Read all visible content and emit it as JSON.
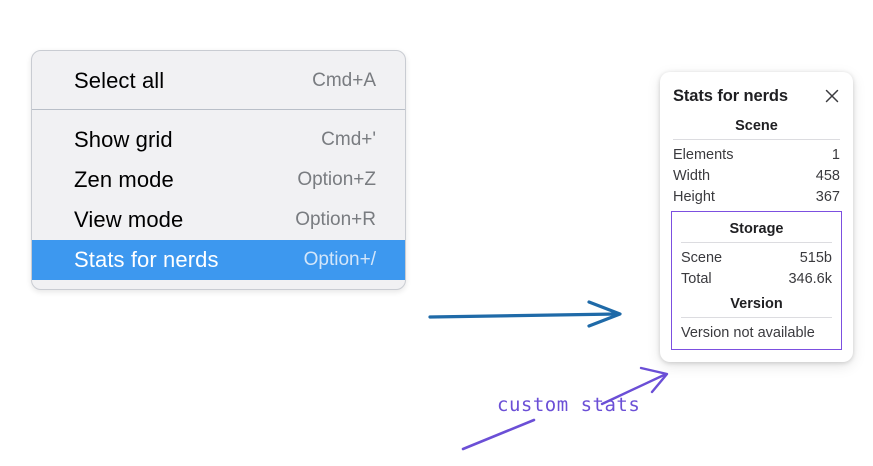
{
  "context_menu": {
    "sections": [
      {
        "items": [
          {
            "label": "Select all",
            "shortcut": "Cmd+A",
            "selected": false
          }
        ]
      },
      {
        "items": [
          {
            "label": "Show grid",
            "shortcut": "Cmd+'",
            "selected": false
          },
          {
            "label": "Zen mode",
            "shortcut": "Option+Z",
            "selected": false
          },
          {
            "label": "View mode",
            "shortcut": "Option+R",
            "selected": false
          },
          {
            "label": "Stats for nerds",
            "shortcut": "Option+/",
            "selected": true
          }
        ]
      }
    ],
    "items": {
      "select_all": {
        "label": "Select all",
        "shortcut": "Cmd+A"
      },
      "show_grid": {
        "label": "Show grid",
        "shortcut": "Cmd+'"
      },
      "zen_mode": {
        "label": "Zen mode",
        "shortcut": "Option+Z"
      },
      "view_mode": {
        "label": "View mode",
        "shortcut": "Option+R"
      },
      "stats_for_nerds": {
        "label": "Stats for nerds",
        "shortcut": "Option+/"
      }
    },
    "highlight_color": "#3d98ef",
    "background_color": "#f1f1f3"
  },
  "stats_panel": {
    "title": "Stats for nerds",
    "close_icon": "close-icon",
    "scene": {
      "heading": "Scene",
      "rows": [
        {
          "key": "Elements",
          "value": "1"
        },
        {
          "key": "Width",
          "value": "458"
        },
        {
          "key": "Height",
          "value": "367"
        }
      ]
    },
    "storage": {
      "heading": "Storage",
      "rows": [
        {
          "key": "Scene",
          "value": "515b"
        },
        {
          "key": "Total",
          "value": "346.6k"
        }
      ]
    },
    "version": {
      "heading": "Version",
      "text": "Version not available"
    },
    "highlight_box_color": "#7c4fe0"
  },
  "annotations": {
    "custom_stats_label": "custom stats",
    "blue_arrow_color": "#1f6aa8",
    "purple_ink_color": "#6b4fd6"
  }
}
